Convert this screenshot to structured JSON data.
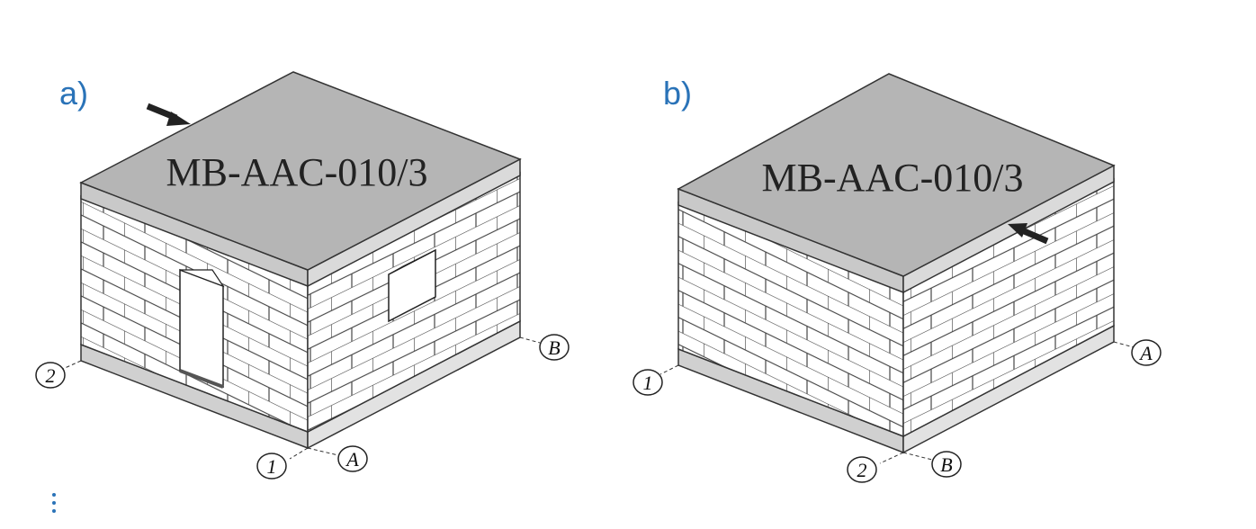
{
  "panels": [
    {
      "label": "a)",
      "roof_text": "MB-AAC-010/3",
      "axis_labels": [
        "2",
        "1",
        "A",
        "B"
      ]
    },
    {
      "label": "b)",
      "roof_text": "MB-AAC-010/3",
      "axis_labels": [
        "1",
        "2",
        "B",
        "A"
      ]
    }
  ],
  "colors": {
    "label": "#2a73b8",
    "roof": "#b5b5b5",
    "slab_edge": "#d0d0d0",
    "brick_face": "#ffffff",
    "line": "#333333"
  },
  "icons": [
    "arrow-icon",
    "more-dots-icon"
  ]
}
